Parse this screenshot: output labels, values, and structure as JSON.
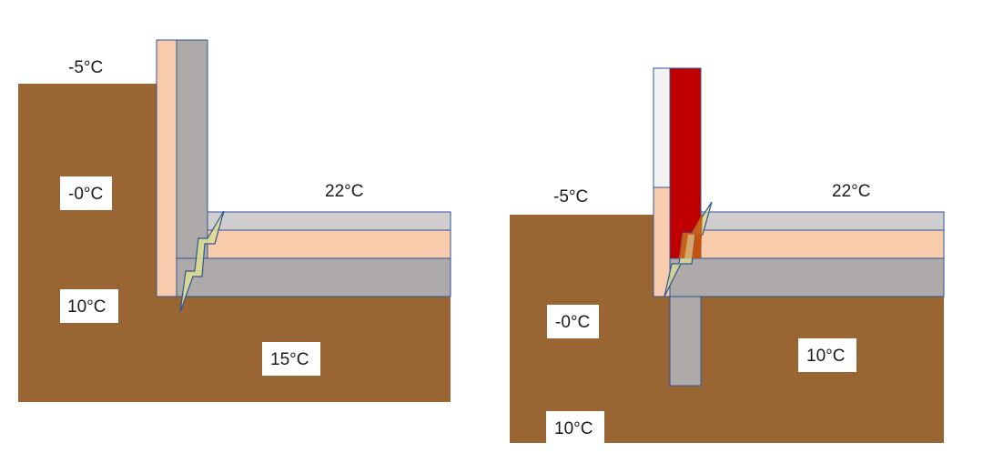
{
  "colors": {
    "soil": "#996633",
    "insulation": "#f8cbad",
    "concrete": "#aeaaaa",
    "screed": "#d0cece",
    "bridge_fill": "#dede8e",
    "bridge_fill_hot": "#c55a11",
    "red_wall": "#c00000",
    "cladding": "#f2f2f2",
    "outline": "#2f5597",
    "label_box": "#ffffff"
  },
  "left_diagram": {
    "temp_outside_air": "-5°C",
    "temp_soil_top": "-0°C",
    "temp_soil_mid": "10°C",
    "temp_soil_under": "15°C",
    "temp_room": "22°C"
  },
  "right_diagram": {
    "temp_outside_air": "-5°C",
    "temp_soil_top": "-0°C",
    "temp_soil_deep": "10°C",
    "temp_soil_under": "10°C",
    "temp_room": "22°C"
  }
}
